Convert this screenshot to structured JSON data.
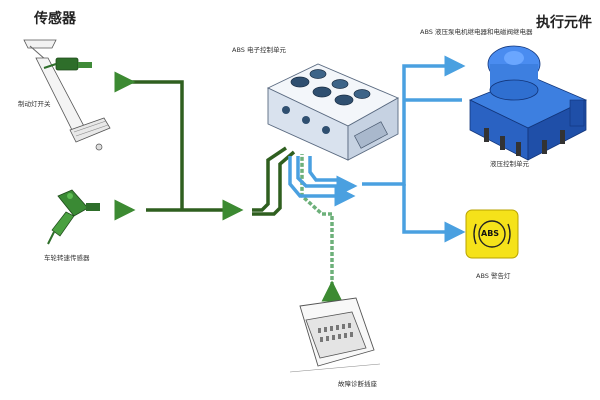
{
  "headings": {
    "sensors": "传感器",
    "actuators": "执行元件"
  },
  "labels": {
    "brake_light_switch": "制动灯开关",
    "wheel_speed_sensor": "车轮转速传感器",
    "abs_ecu": "ABS 电子控制单元",
    "abs_valve_motor_relay": "ABS 液压泵电机继电器和电磁阀继电器",
    "hydraulic_control_unit": "液压控制单元",
    "abs_warning_lamp": "ABS 警告灯",
    "diagnostic_connector": "故障诊断插座"
  },
  "lamp_text": "ABS",
  "colors": {
    "sensor_wire": "#2f5f1f",
    "actuator_wire": "#4aa0e0",
    "diagnostic_wire": "#6db07a",
    "arrow_green": "#3c8a32",
    "ecu_body": "#e8eef6",
    "pump_blue": "#2f6fd0",
    "lamp_yellow": "#f5e21a"
  }
}
